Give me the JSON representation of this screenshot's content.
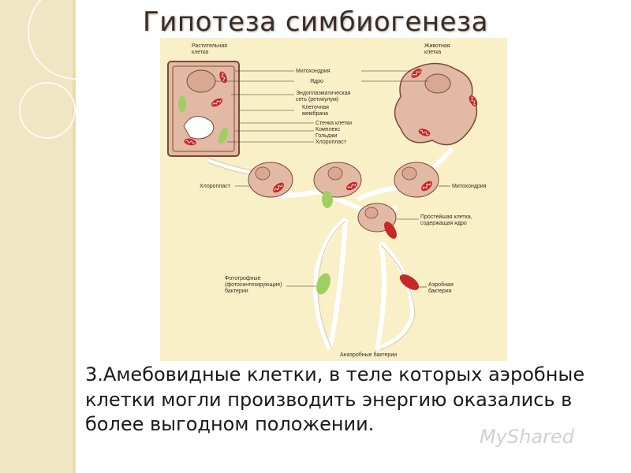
{
  "slide": {
    "title": "Гипотеза симбиогенеза",
    "caption": "3.Амебовидные клетки, в теле которых аэробные клетки могли производить энергию оказались в более выгодном положении.",
    "watermark": "MyShared"
  },
  "diagram": {
    "plant_cell_label": [
      "Растительная",
      "клетка"
    ],
    "animal_cell_label": [
      "Животная",
      "клетка"
    ],
    "parts": [
      "Митохондрия",
      "Ядро",
      "Эндоплазматическая",
      "сеть (ретикулум)",
      "Клеточная",
      "мембрана",
      "Стенка клетки",
      "Комплекс",
      "Гольджи",
      "Хлоропласт"
    ],
    "chloroplast_label": "Хлоропласт",
    "mitochondrion_label": "Митохондрия",
    "protist_label": [
      "Простейшая клетка,",
      "содержащая ядро"
    ],
    "phototroph_label": [
      "Фототрофные",
      "(фотосинтезирующие)",
      "бактерии"
    ],
    "aerobic_label": [
      "Аэробная",
      "бактерия"
    ],
    "anaerobic_label": "Анаэробные бактерии"
  },
  "colors": {
    "background_band": "#f1e6c4",
    "figure_background": "#f9f0c8",
    "cell_fill": "#e2b9a4",
    "mitochondria": "#c62828",
    "chloroplast": "#9fcf60"
  }
}
